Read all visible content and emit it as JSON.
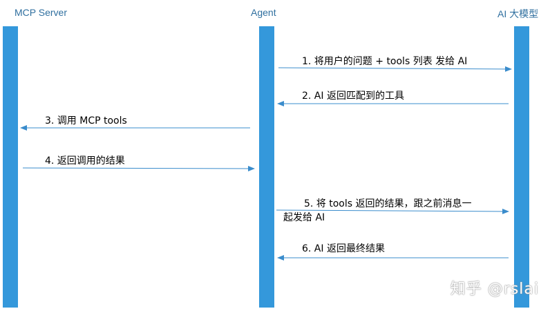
{
  "actors": [
    {
      "id": "mcp",
      "label": "MCP Server"
    },
    {
      "id": "agent",
      "label": "Agent"
    },
    {
      "id": "ai",
      "label": "AI 大模型"
    }
  ],
  "messages": [
    {
      "label": "1. 将用户的问题 + tools 列表 发给 AI",
      "from": "agent",
      "to": "ai"
    },
    {
      "label": "2. AI 返回匹配到的工具",
      "from": "ai",
      "to": "agent"
    },
    {
      "label": "3. 调用 MCP tools",
      "from": "agent",
      "to": "mcp"
    },
    {
      "label": "4. 返回调用的结果",
      "from": "mcp",
      "to": "agent"
    },
    {
      "label_line1": "5. 将 tools 返回的结果，跟之前消息一",
      "label_line2": "起发给 AI",
      "from": "agent",
      "to": "ai"
    },
    {
      "label": "6. AI 返回最终结果",
      "from": "ai",
      "to": "agent"
    }
  ],
  "watermark": "知乎 @rslai",
  "colors": {
    "lifeline": "#3498db",
    "title": "#2f6f9f",
    "arrow": "#3a8ccc"
  }
}
